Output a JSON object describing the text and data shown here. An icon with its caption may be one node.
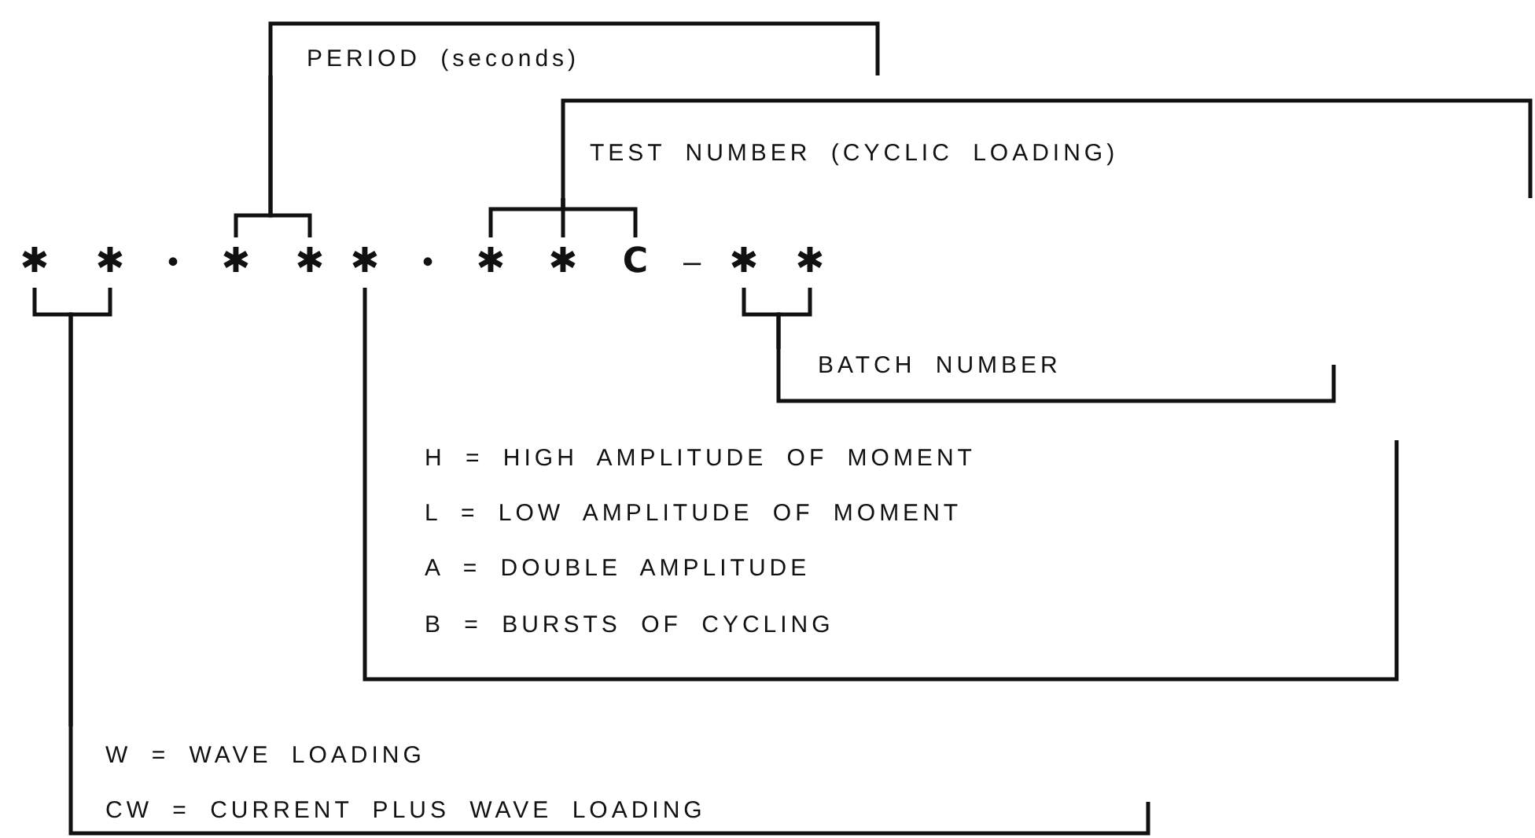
{
  "diagram": {
    "nodes": [
      {
        "text": [
          "PERIOD (seconds)"
        ]
      },
      {
        "text": [
          "TEST NUMBER (CYCLIC LOADING)"
        ]
      },
      {
        "text": [
          "✱"
        ]
      },
      {
        "text": [
          "✱"
        ]
      },
      {
        "text": [
          "✱"
        ]
      },
      {
        "text": [
          "✱"
        ]
      },
      {
        "text": [
          "✱"
        ]
      },
      {
        "text": [
          "✱"
        ]
      },
      {
        "text": [
          "✱"
        ]
      },
      {
        "text": [
          "C"
        ]
      },
      {
        "text": [
          "✱"
        ]
      },
      {
        "text": [
          "✱"
        ]
      },
      {
        "text": [
          "BATCH NUMBER"
        ]
      },
      {
        "text": [
          "H = HIGH AMPLITUDE OF MOMENT",
          "L = LOW AMPLITUDE OF MOMENT",
          "A = DOUBLE AMPLITUDE",
          "B = BURSTS OF CYCLING"
        ]
      },
      {
        "text": [
          "W = WAVE LOADING",
          "CW = CURRENT PLUS WAVE LOADING"
        ]
      }
    ],
    "edges": [
      {
        "from": 0,
        "to": 4,
        "arrow": "none"
      },
      {
        "from": 0,
        "to": 5,
        "arrow": "none"
      },
      {
        "from": 1,
        "to": 7,
        "arrow": "none"
      },
      {
        "from": 1,
        "to": 8,
        "arrow": "none"
      },
      {
        "from": 1,
        "to": 9,
        "arrow": "none"
      },
      {
        "from": 12,
        "to": 10,
        "arrow": "none"
      },
      {
        "from": 12,
        "to": 11,
        "arrow": "none"
      },
      {
        "from": 13,
        "to": 6,
        "arrow": "none"
      },
      {
        "from": 14,
        "to": 2,
        "arrow": "none"
      },
      {
        "from": 14,
        "to": 3,
        "arrow": "none"
      }
    ],
    "labels": [
      "•",
      "•",
      "–"
    ]
  }
}
